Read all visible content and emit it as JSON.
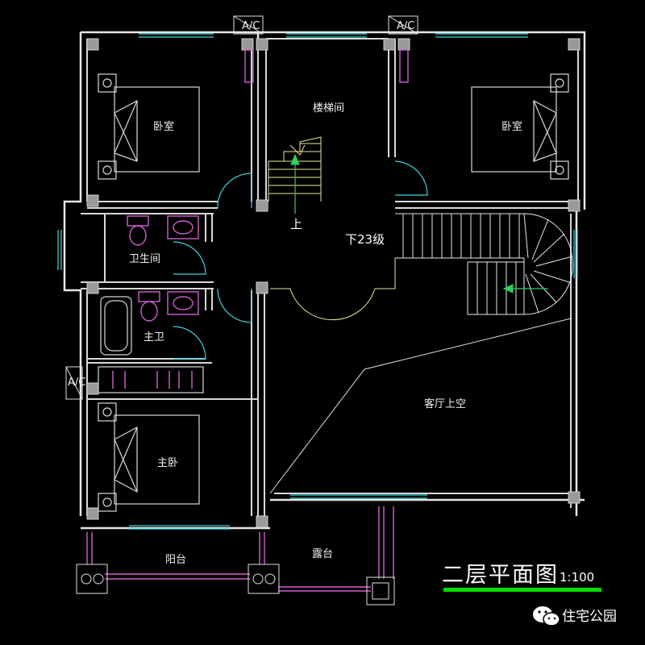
{
  "rooms": {
    "bedroom_left": "卧室",
    "bedroom_right": "卧室",
    "stairwell": "楼梯间",
    "bathroom": "卫生间",
    "master_bath": "主卫",
    "master_bedroom": "主卧",
    "living_void": "客厅上空",
    "balcony": "阳台",
    "terrace": "露台"
  },
  "stairs": {
    "up_label": "上",
    "down_label": "下23级"
  },
  "section_marks": {
    "left": "A/C",
    "mid": "A/C",
    "side": "A/C"
  },
  "drawing": {
    "title": "二层平面图",
    "scale": "1:100",
    "underline_color": "#00dd00"
  },
  "watermark": {
    "text": "住宅公园",
    "icon": "wechat-icon"
  }
}
